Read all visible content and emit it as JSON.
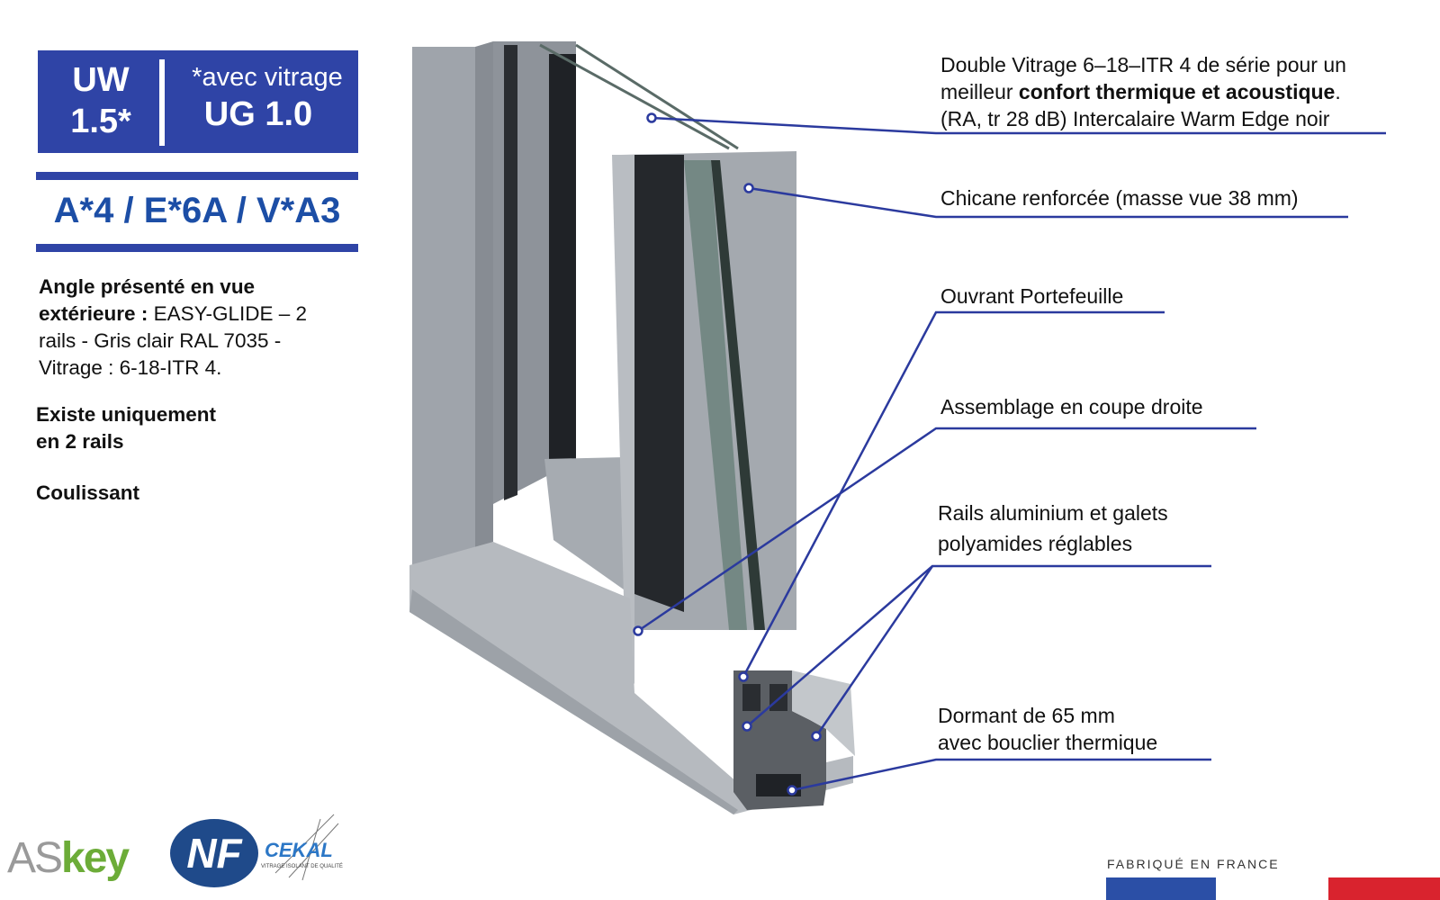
{
  "badge": {
    "uw_label": "UW",
    "uw_value": "1.5*",
    "glazing_note": "*avec vitrage",
    "ug_value": "UG 1.0"
  },
  "performance": "A*4 / E*6A / V*A3",
  "description": {
    "bold": "Angle présenté en vue extérieure :",
    "text": " EASY-GLIDE – 2 rails - Gris clair RAL 7035 - Vitrage : 6-18-ITR 4."
  },
  "availability": {
    "line1": "Existe uniquement",
    "line2": "en 2 rails"
  },
  "category": "Coulissant",
  "callouts": {
    "glazing": {
      "line1": "Double Vitrage 6–18–ITR 4 de série pour un",
      "line2_prefix": "meilleur ",
      "line2_bold": "confort thermique et acoustique",
      "line2_suffix": ".",
      "line3": "(RA, tr 28 dB) Intercalaire Warm Edge noir"
    },
    "chicane": "Chicane renforcée (masse vue 38 mm)",
    "sash": "Ouvrant Portefeuille",
    "assembly": "Assemblage en coupe droite",
    "rails": {
      "line1": "Rails aluminium et galets",
      "line2": "polyamides réglables"
    },
    "frame": {
      "line1": "Dormant de 65 mm",
      "line2": "avec bouclier thermique"
    }
  },
  "logos": {
    "askey_as": "AS",
    "askey_key": "key",
    "nf": "NF",
    "cekal": "CEKAL",
    "cekal_sub": "VITRAGE ISOLANT DE QUALITÉ"
  },
  "footer": {
    "made_in": "FABRIQUÉ EN FRANCE"
  },
  "colors": {
    "brand_blue": "#2f44a6",
    "title_blue": "#1c4ea6",
    "leader_line": "#2b3a9e",
    "profile_grey": "#a8adb3",
    "askey_green": "#6cac38",
    "flag_red": "#d9232e"
  }
}
